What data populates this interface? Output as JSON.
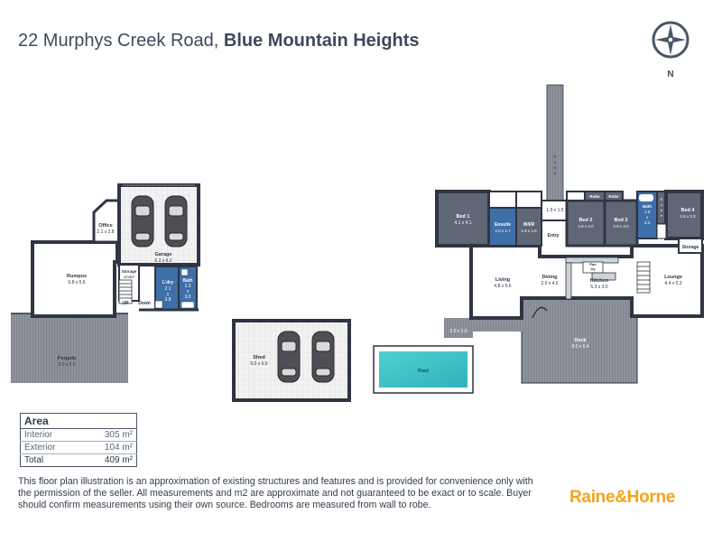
{
  "header": {
    "address": "22 Murphys Creek Road,",
    "suburb": "Blue Mountain Heights"
  },
  "compass": {
    "north_label": "N"
  },
  "rooms": {
    "office": {
      "name": "Office",
      "dims": "2.1 x 2.8"
    },
    "garage": {
      "name": "Garage",
      "dims": "6.2 x 6.2"
    },
    "rumpus": {
      "name": "Rumpus",
      "dims": "6.8 x 5.6"
    },
    "storage_under": {
      "name": "Storage",
      "sub": "Under"
    },
    "laundry": {
      "name": "L'dry",
      "dims": [
        "2.1",
        "x",
        "3.8"
      ]
    },
    "bath_low": {
      "name": "Bath",
      "dims": [
        "1.3",
        "x",
        "3.0"
      ]
    },
    "up": "UP",
    "down": "Down",
    "pergola": {
      "name": "Pergola",
      "dims": "9.0 x 5.0"
    },
    "shed": {
      "name": "Shed",
      "dims": "9.0 x 6.0"
    },
    "ramp": {
      "letters": [
        "R",
        "a",
        "m",
        "p"
      ]
    },
    "bed1": {
      "name": "Bed 1",
      "dims": "4.1 x 4.1"
    },
    "ensuite": {
      "name": "Ensuite",
      "dims": "2.0 x 1.7"
    },
    "wir": {
      "name": "W/I/R",
      "dims": "1.9 x 1.6"
    },
    "hall": {
      "dims": "1.9 x 1.5"
    },
    "entry": {
      "name": "Entry"
    },
    "robe1": "Robe",
    "robe2": "Robe",
    "bed2": {
      "name": "Bed 2",
      "dims": "2.8 x 3.0"
    },
    "bed3": {
      "name": "Bed 3",
      "dims": "2.9 x 3.0"
    },
    "bath": {
      "name": "Bath",
      "dims": [
        "1.6",
        "x",
        "3.3"
      ]
    },
    "robe3": [
      "R",
      "o",
      "b",
      "e"
    ],
    "bed4": {
      "name": "Bed 4",
      "dims": "2.9 x 3.3"
    },
    "storage": "Storage",
    "living": {
      "name": "Living",
      "dims": "4.8 x 5.6"
    },
    "dining": {
      "name": "Dining",
      "dims": "2.0 x 4.5"
    },
    "kitchen": {
      "name": "Kitchen",
      "dims": "5.3 x 3.0"
    },
    "pantry": [
      "Pan",
      "try"
    ],
    "lounge": {
      "name": "Lounge",
      "dims": "4.4 x 5.3"
    },
    "deck": {
      "name": "Deck",
      "dims": "9.0 x 6.4"
    },
    "porch": {
      "dims": "2.0 x 2.0"
    },
    "pool": {
      "name": "Pool"
    }
  },
  "area": {
    "title": "Area",
    "rows": [
      {
        "label": "Interior",
        "value": "305 m²"
      },
      {
        "label": "Exterior",
        "value": "104 m²"
      }
    ],
    "total": {
      "label": "Total",
      "value": "409 m²"
    }
  },
  "disclaimer": "This floor plan illustration is an approximation of existing structures and features and is provided for convenience only with the permission of the seller. All measurements and m2 are approximate and not guaranteed to be exact or to scale. Buyer should confirm measurements using their own source. Bedrooms are measured from wall to robe.",
  "brand": "Raine&Horne",
  "colors": {
    "wall": "#2f3542",
    "bedroom": "#5f6675",
    "wet_area": "#3f6fa8",
    "outdoor": "#8a8f97",
    "pool": "#39c3c5",
    "accent": "#f4a31a"
  }
}
